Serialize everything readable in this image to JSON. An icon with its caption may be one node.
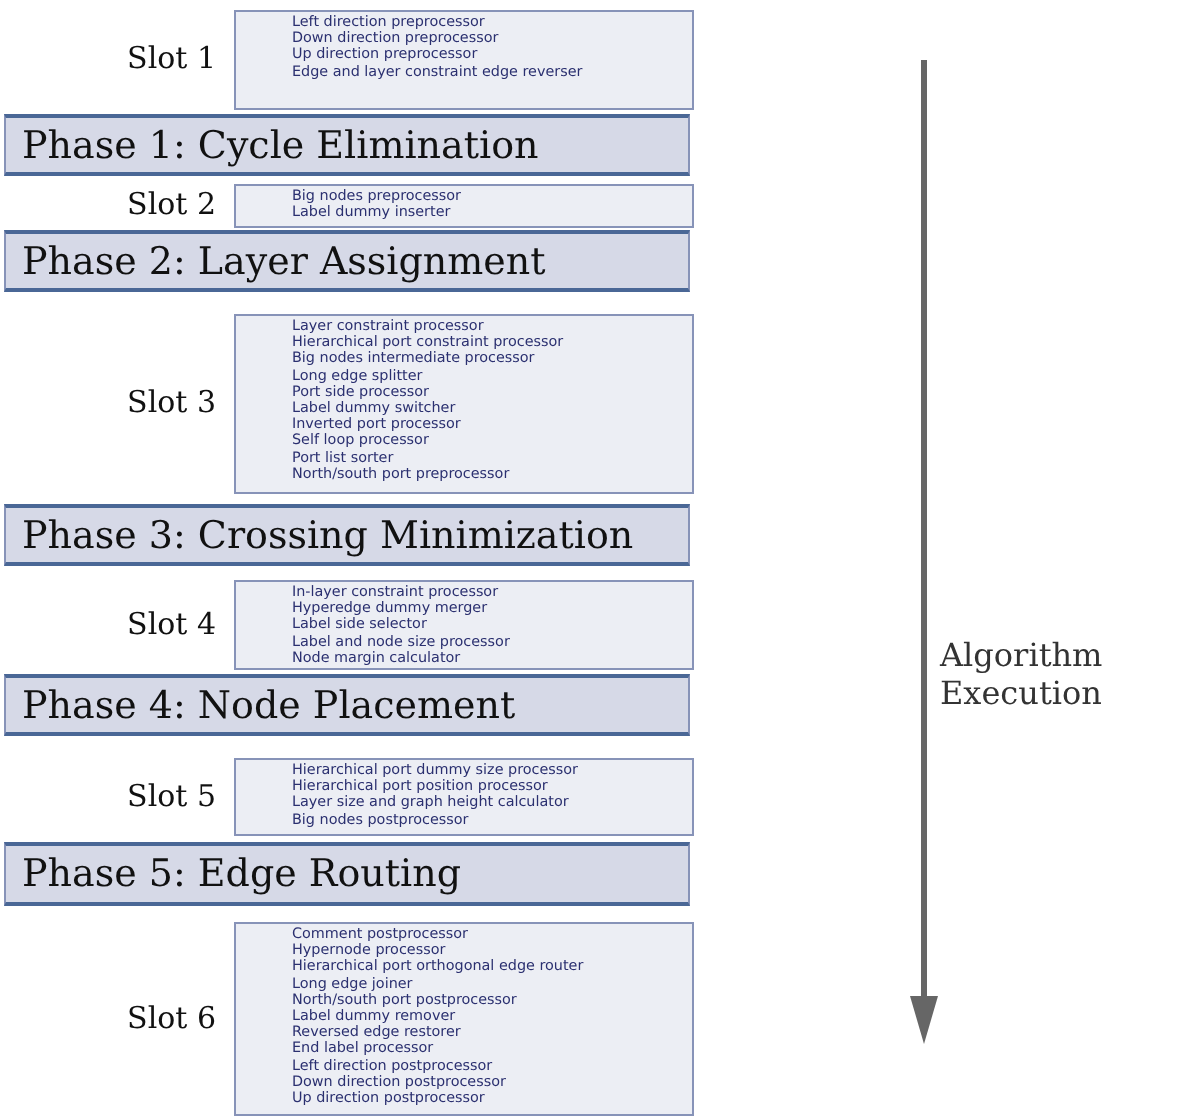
{
  "diagram": {
    "nodes": [
      {
        "text": [
          "Left direction preprocessor",
          "Down direction preprocessor",
          "Up direction preprocessor",
          "Edge and layer constraint edge reverser"
        ],
        "beside": [
          "Slot 1"
        ]
      },
      {
        "text": [
          "Phase 1: Cycle Elimination"
        ]
      },
      {
        "text": [
          "Big nodes preprocessor",
          "Label dummy inserter"
        ],
        "beside": [
          "Slot 2"
        ]
      },
      {
        "text": [
          "Phase 2: Layer Assignment"
        ]
      },
      {
        "text": [
          "Layer constraint processor",
          "Hierarchical port constraint processor",
          "Big nodes intermediate processor",
          "Long edge splitter",
          "Port side processor",
          "Label dummy switcher",
          "Inverted port processor",
          "Self loop processor",
          "Port list sorter",
          "North/south port preprocessor"
        ],
        "beside": [
          "Slot 3"
        ]
      },
      {
        "text": [
          "Phase 3: Crossing Minimization"
        ]
      },
      {
        "text": [
          "In-layer constraint processor",
          "Hyperedge dummy merger",
          "Label side selector",
          "Label and node size processor",
          "Node margin calculator"
        ],
        "beside": [
          "Slot 4"
        ]
      },
      {
        "text": [
          "Phase 4: Node Placement"
        ]
      },
      {
        "text": [
          "Hierarchical port dummy size processor",
          "Hierarchical port position processor",
          "Layer size and graph height calculator",
          "Big nodes postprocessor"
        ],
        "beside": [
          "Slot 5"
        ]
      },
      {
        "text": [
          "Phase 5: Edge Routing"
        ]
      },
      {
        "text": [
          "Comment postprocessor",
          "Hypernode processor",
          "Hierarchical port orthogonal edge router",
          "Long edge joiner",
          "North/south port postprocessor",
          "Label dummy remover",
          "Reversed edge restorer",
          "End label processor",
          "Left direction postprocessor",
          "Down direction postprocessor",
          "Up direction postprocessor"
        ],
        "beside": [
          "Slot 6"
        ]
      }
    ],
    "labels": [
      "Algorithm Execution"
    ]
  }
}
